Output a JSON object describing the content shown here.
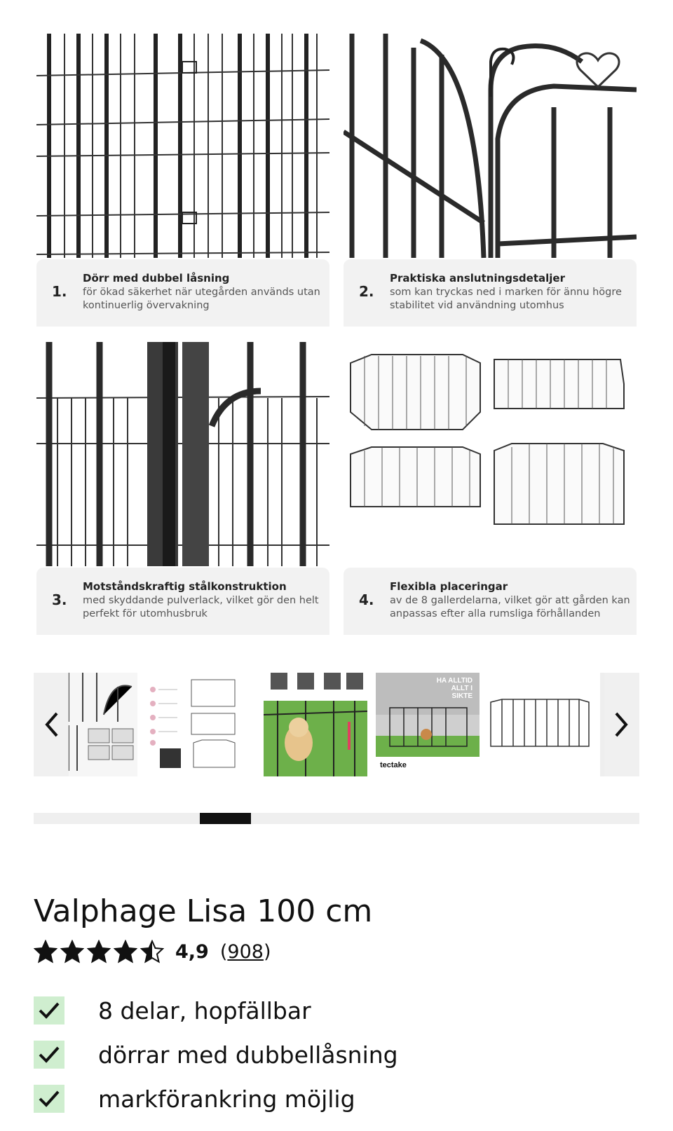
{
  "gallery": {
    "favorite_icon": "heart-outline-icon",
    "panels": [
      {
        "number": "1.",
        "title": "Dörr med dubbel låsning",
        "description": "för ökad säkerhet när utegården används utan kontinuerlig övervakning"
      },
      {
        "number": "2.",
        "title": "Praktiska anslutningsdetaljer",
        "description": "som kan tryckas ned i marken för ännu högre stabilitet vid användning utomhus"
      },
      {
        "number": "3.",
        "title": "Motståndskraftig stålkonstruktion",
        "description": "med skyddande pulverlack, vilket gör den helt perfekt för utomhusbruk"
      },
      {
        "number": "4.",
        "title": "Flexibla placeringar",
        "description": "av de 8 gallerdelarna, vilket gör att gården kan anpassas efter alla rumsliga förhållanden"
      }
    ],
    "thumbnails": {
      "prev_icon": "chevron-left-icon",
      "next_icon": "chevron-right-icon",
      "thumb5_overlay": "HA ALLTID ALLT I SIKTE",
      "thumb5_brand": "tectake"
    },
    "progress": {
      "position": 0.3,
      "fraction_visible": 0.084
    }
  },
  "product": {
    "title": "Valphage Lisa 100 cm",
    "rating": {
      "value_text": "4,9",
      "count_text": "908",
      "open_paren": "(",
      "close_paren": ")",
      "stars": 4.5
    },
    "features": [
      {
        "text": "8 delar, hopfällbar",
        "icon": "check-icon"
      },
      {
        "text": "dörrar med dubbellåsning",
        "icon": "check-icon"
      },
      {
        "text": "markförankring möjlig",
        "icon": "check-icon"
      }
    ]
  },
  "colors": {
    "check_bg": "#cfeecf",
    "progress": "#111111",
    "track": "#efefef"
  }
}
